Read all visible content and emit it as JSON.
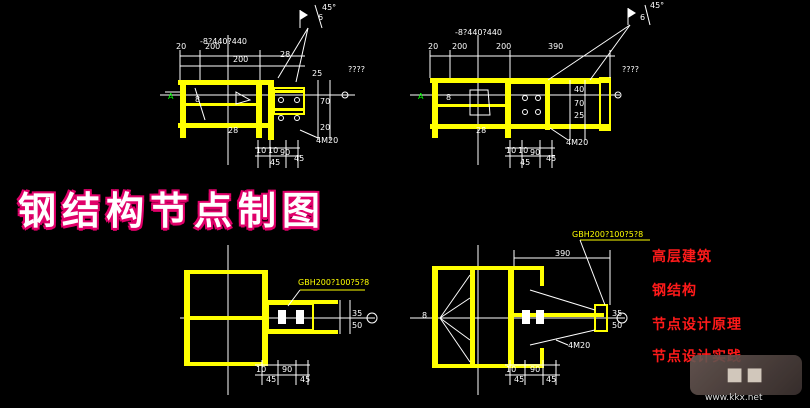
{
  "title": "钢结构节点制图",
  "side_labels": [
    "高层建筑",
    "钢结构",
    "节点设计原理",
    "节点设计实践"
  ],
  "watermark": "www.kkx.net",
  "dims": {
    "top_left": {
      "a": "20",
      "b": "200",
      "c": "200",
      "note": "-8?440?440",
      "d": "28",
      "e": "8",
      "f": "28",
      "g": "???? ",
      "h": "45°",
      "i": "6",
      "j": "25",
      "k": "70",
      "l": "20",
      "m": "10",
      "n": "10",
      "o": "90",
      "p": "45",
      "q": "45",
      "bolt": "4M20",
      "mark": "A"
    },
    "top_right": {
      "a": "20",
      "b": "200",
      "c": "200",
      "d": "390",
      "note": "-8?440?440",
      "e": "8",
      "f": "28",
      "g": "????",
      "h": "45°",
      "i": "6",
      "j": "40",
      "k": "70",
      "l": "25",
      "m": "10",
      "n": "10",
      "o": "90",
      "p": "45",
      "q": "45",
      "bolt": "4M20",
      "mark": "A"
    },
    "bottom_left": {
      "tag": "GBH200?100?5?8",
      "a": "10",
      "b": "45",
      "c": "90",
      "d": "45",
      "e": "35",
      "f": "50"
    },
    "bottom_right": {
      "tag": "GBH200?100?5?8",
      "a": "390",
      "b": "8",
      "c": "10",
      "d": "45",
      "e": "90",
      "f": "45",
      "g": "35",
      "h": "50",
      "bolt": "4M20"
    }
  },
  "colors": {
    "steel": "#ffff00",
    "line": "#ffffff",
    "title_outline": "#e0006a",
    "side_text": "#ff1a1a"
  }
}
